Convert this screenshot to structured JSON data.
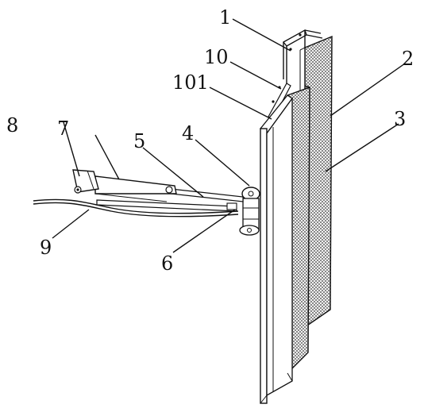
{
  "figure": {
    "labels": [
      {
        "id": "label-1",
        "text": "1"
      },
      {
        "id": "label-10",
        "text": "10"
      },
      {
        "id": "label-101",
        "text": "101"
      },
      {
        "id": "label-2",
        "text": "2"
      },
      {
        "id": "label-3",
        "text": "3"
      },
      {
        "id": "label-4",
        "text": "4"
      },
      {
        "id": "label-5",
        "text": "5"
      },
      {
        "id": "label-6",
        "text": "6"
      },
      {
        "id": "label-7",
        "text": "7"
      },
      {
        "id": "label-8",
        "text": "8"
      },
      {
        "id": "label-9",
        "text": "9"
      }
    ]
  }
}
